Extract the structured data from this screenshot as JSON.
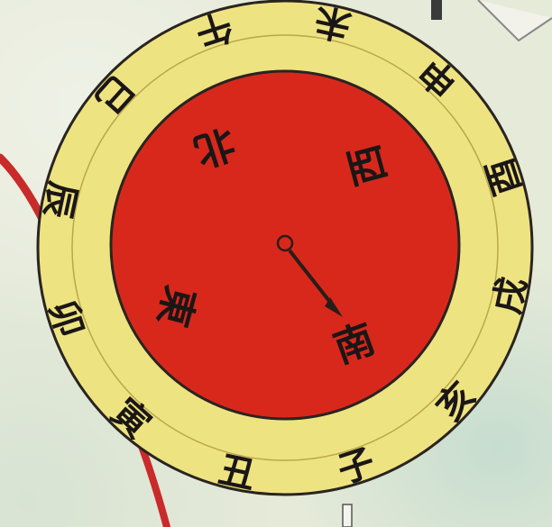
{
  "compass": {
    "outer_ring_labels": [
      "午",
      "未",
      "申",
      "酉",
      "戌",
      "亥",
      "子",
      "丑",
      "寅",
      "卯",
      "辰",
      "巳"
    ],
    "inner_labels": {
      "north": "北",
      "east": "東",
      "south": "南",
      "west": "西"
    }
  },
  "colors": {
    "background": "#e6ead9",
    "ring_fill": "#eee381",
    "ring_outline": "#2a2420",
    "dial_fill": "#d8281c",
    "route_line": "#c92a2a",
    "needle": "#2a1c18"
  }
}
